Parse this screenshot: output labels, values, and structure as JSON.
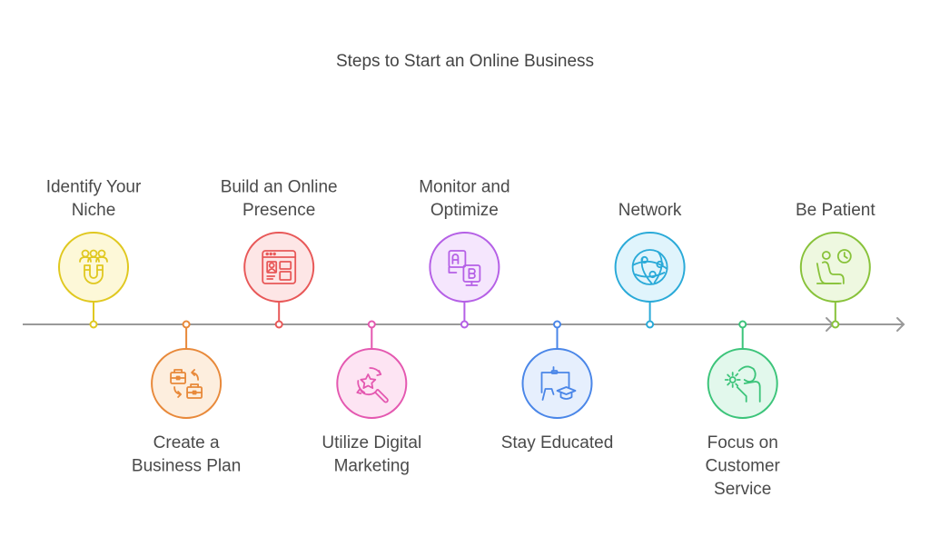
{
  "title": "Steps to Start an Online Business",
  "steps": [
    {
      "label": [
        "Identify Your",
        "Niche"
      ],
      "position": "top",
      "icon": "magnet-people-icon",
      "color": "#e0c820",
      "fill": "#fdf8d8"
    },
    {
      "label": [
        "Create a",
        "Business Plan"
      ],
      "position": "bottom",
      "icon": "briefcase-exchange-icon",
      "color": "#e8893a",
      "fill": "#fdeede"
    },
    {
      "label": [
        "Build an Online",
        "Presence"
      ],
      "position": "top",
      "icon": "web-profile-icon",
      "color": "#e85858",
      "fill": "#fde6e6"
    },
    {
      "label": [
        "Utilize Digital",
        "Marketing"
      ],
      "position": "bottom",
      "icon": "star-search-icon",
      "color": "#e458b0",
      "fill": "#fde4f3"
    },
    {
      "label": [
        "Monitor and",
        "Optimize"
      ],
      "position": "top",
      "icon": "ab-test-icon",
      "color": "#b560e6",
      "fill": "#f5e6fd"
    },
    {
      "label": [
        "Stay Educated"
      ],
      "position": "bottom",
      "icon": "education-board-icon",
      "color": "#4a86e8",
      "fill": "#e6effd"
    },
    {
      "label": [
        "Network"
      ],
      "position": "top",
      "icon": "globe-network-icon",
      "color": "#2aaad8",
      "fill": "#e0f4fc"
    },
    {
      "label": [
        "Focus on",
        "Customer",
        "Service"
      ],
      "position": "bottom",
      "icon": "gear-hand-icon",
      "color": "#3cc47a",
      "fill": "#e2f8ec"
    },
    {
      "label": [
        "Be Patient"
      ],
      "position": "top",
      "icon": "waiting-clock-icon",
      "color": "#88c23a",
      "fill": "#eef8e0"
    }
  ],
  "axis_color": "#999999"
}
